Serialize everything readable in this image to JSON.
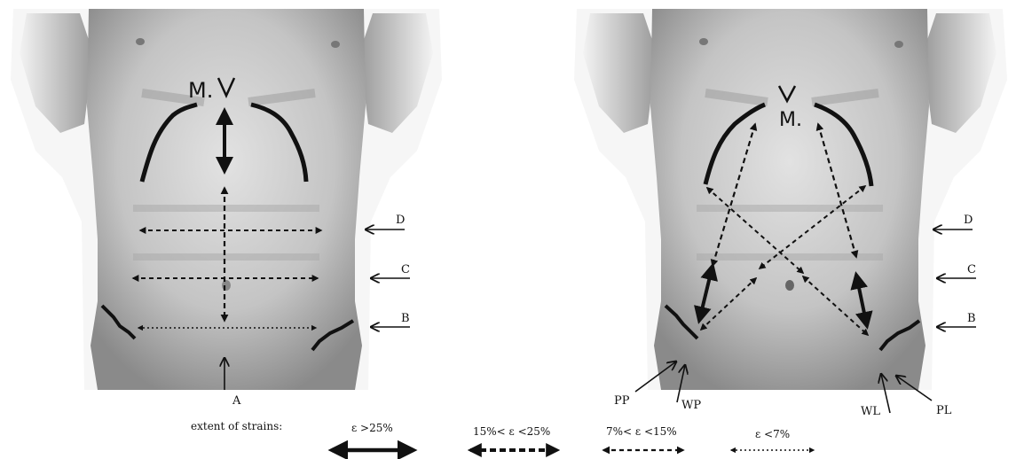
{
  "left_panel": {
    "top_label": "M.",
    "levels": {
      "A": "A",
      "B": "B",
      "C": "C",
      "D": "D"
    }
  },
  "right_panel": {
    "top_label": "M.",
    "levels": {
      "B": "B",
      "C": "C",
      "D": "D"
    },
    "points": {
      "PP": "PP",
      "WP": "WP",
      "WL": "WL",
      "PL": "PL"
    }
  },
  "legend": {
    "title": "extent of strains:",
    "items": [
      {
        "label": "ε >25%",
        "style": "bold-solid"
      },
      {
        "label": "15%< ε <25%",
        "style": "bold-dashed"
      },
      {
        "label": "7%< ε <15%",
        "style": "dashed"
      },
      {
        "label": "ε <7%",
        "style": "dotted"
      }
    ]
  },
  "colors": {
    "skin_light": "#e9e9e9",
    "skin_mid": "#bdbdbd",
    "skin_dark": "#7a7a7a",
    "ink": "#111111"
  }
}
